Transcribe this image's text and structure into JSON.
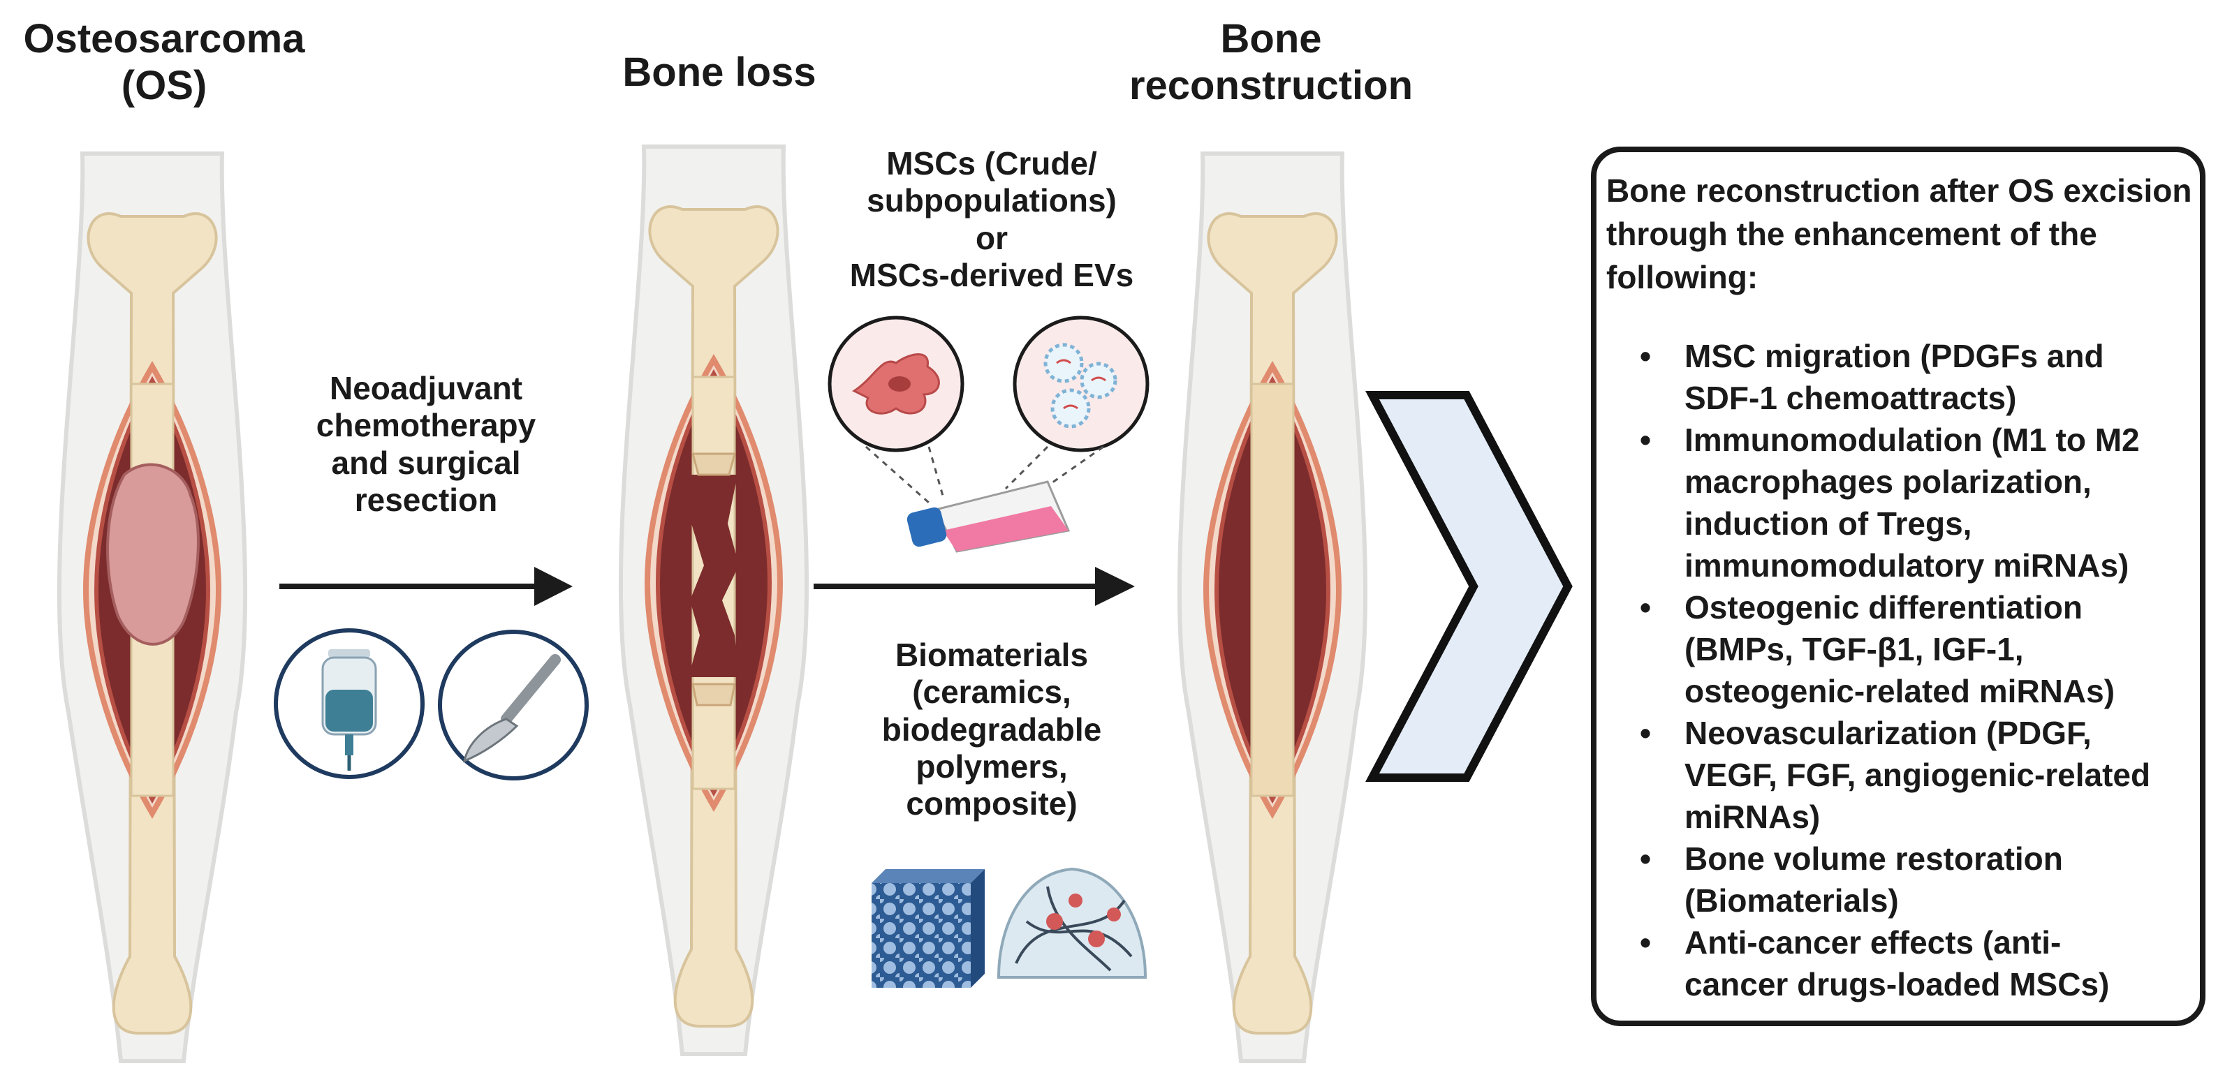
{
  "titles": {
    "os": [
      "Osteosarcoma",
      "(OS)"
    ],
    "bone_loss": [
      "Bone loss"
    ],
    "reconstruction": [
      "Bone",
      "reconstruction"
    ]
  },
  "labels": {
    "treatment": [
      "Neoadjuvant",
      "chemotherapy",
      "and surgical",
      "resection"
    ],
    "mscs": [
      "MSCs (Crude/",
      "subpopulations)",
      "or",
      "MSCs-derived EVs"
    ],
    "biomaterials": [
      "Biomaterials",
      "(ceramics,",
      "biodegradable",
      "polymers,",
      "composite)"
    ]
  },
  "info": {
    "heading": "Bone reconstruction after OS excision through the enhancement of the following:",
    "items": [
      [
        "MSC migration (PDGFs and",
        "SDF-1 chemoattracts)"
      ],
      [
        "Immunomodulation (M1 to M2",
        "macrophages polarization,",
        "induction of Tregs,",
        "immunomodulatory miRNAs)"
      ],
      [
        "Osteogenic differentiation",
        "(BMPs, TGF-β1, IGF-1,",
        "osteogenic-related miRNAs)"
      ],
      [
        "Neovascularization (PDGF,",
        "VEGF, FGF, angiogenic-related",
        "miRNAs)"
      ],
      [
        "Bone volume restoration",
        "(Biomaterials)"
      ],
      [
        "Anti-cancer effects (anti-",
        "cancer drugs-loaded MSCs)"
      ]
    ]
  },
  "colors": {
    "skin": "#f1f1ef",
    "bone": "#f1e3c4",
    "muscle": "#7c2c2c",
    "tissue_edge": "#e08a6e",
    "tumor": "#d99a9a",
    "arrow": "#1b1b1b",
    "chevron_fill": "#e3ecf7",
    "icon_ring": "#1f3a5f"
  },
  "icons": [
    "iv-bag-icon",
    "scalpel-icon",
    "msc-cell-icon",
    "extracellular-vesicles-icon",
    "culture-flask-icon",
    "porous-scaffold-icon",
    "hydrogel-icon",
    "process-chevron-icon"
  ]
}
